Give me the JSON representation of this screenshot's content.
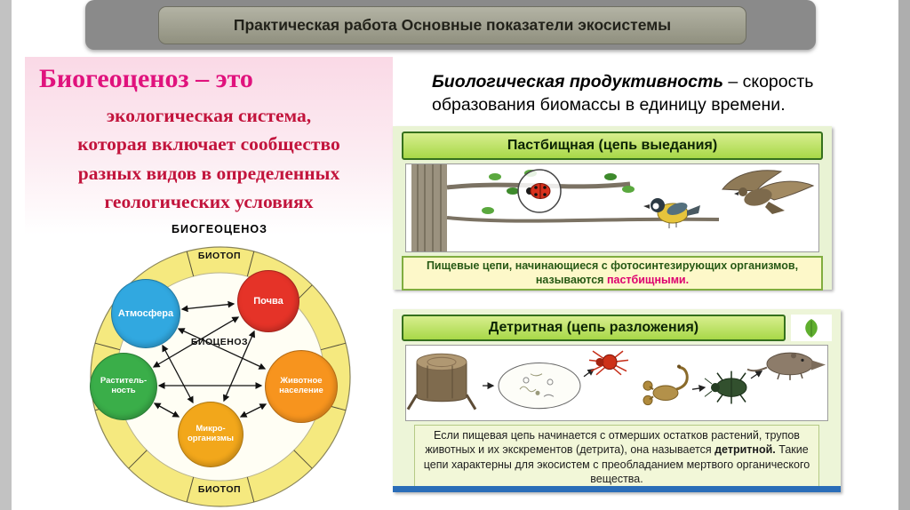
{
  "title": "Практическая работа Основные показатели экосистемы",
  "colors": {
    "heading_pink": "#e0127d",
    "definition_red": "#c2143c",
    "chain_header_green": "#a8d848",
    "highlight_magenta": "#dd0070",
    "accent_blue": "#2a6db8",
    "ring_yellow": "#f5e97f"
  },
  "left": {
    "heading": "Биогеоценоз – это",
    "definition_lines": [
      "экологическая система,",
      "которая включает сообщество",
      "разных видов в определенных",
      "геологических условиях"
    ],
    "diagram": {
      "title": "БИОГЕОЦЕНОЗ",
      "biotop_top": "БИОТОП",
      "biocenoz": "БИОЦЕНОЗ",
      "biotop_bottom": "БИОТОП",
      "nodes": [
        {
          "label": "Атмосфера",
          "color": "#31a8e0"
        },
        {
          "label": "Почва",
          "color": "#e53328"
        },
        {
          "label": "Раститель-\nность",
          "color": "#3aae49"
        },
        {
          "label": "Животное\nнаселение",
          "color": "#f7941e"
        },
        {
          "label": "Микро-\nорганизмы",
          "color": "#f2a71b"
        }
      ]
    }
  },
  "right": {
    "definition": {
      "term": "Биологическая продуктивность",
      "line1_rest": " – скорость",
      "line2": "образования биомассы в единицу времени."
    },
    "grazing": {
      "header": "Пастбищная (цепь выедания)",
      "caption_before": "Пищевые цепи, начинающиеся с фотосинтезирующих организмов, называются ",
      "caption_highlight": "пастбищными."
    },
    "detrital": {
      "header": "Детритная (цепь разложения)",
      "caption_before": "Если пищевая цепь начинается с отмерших остатков растений, трупов животных и их экскрементов (детрита), она называется ",
      "caption_bold": "детритной.",
      "caption_after": " Такие цепи характерны для экосистем с преобладанием мертвого органического вещества."
    }
  }
}
